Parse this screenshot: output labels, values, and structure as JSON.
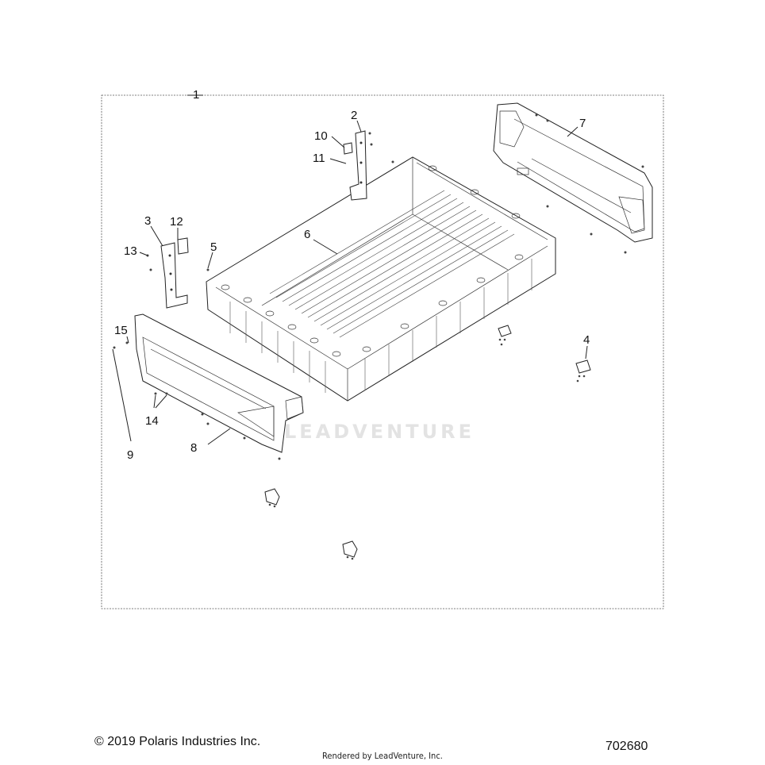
{
  "watermark_text": "LEADVENTURE",
  "callouts": [
    "1",
    "2",
    "3",
    "4",
    "5",
    "6",
    "7",
    "8",
    "9",
    "10",
    "11",
    "12",
    "13",
    "14",
    "15"
  ],
  "footer": {
    "copyright": "© 2019 Polaris Industries Inc.",
    "rendered_by": "Rendered by LeadVenture, Inc.",
    "diagram_number": "702680"
  }
}
